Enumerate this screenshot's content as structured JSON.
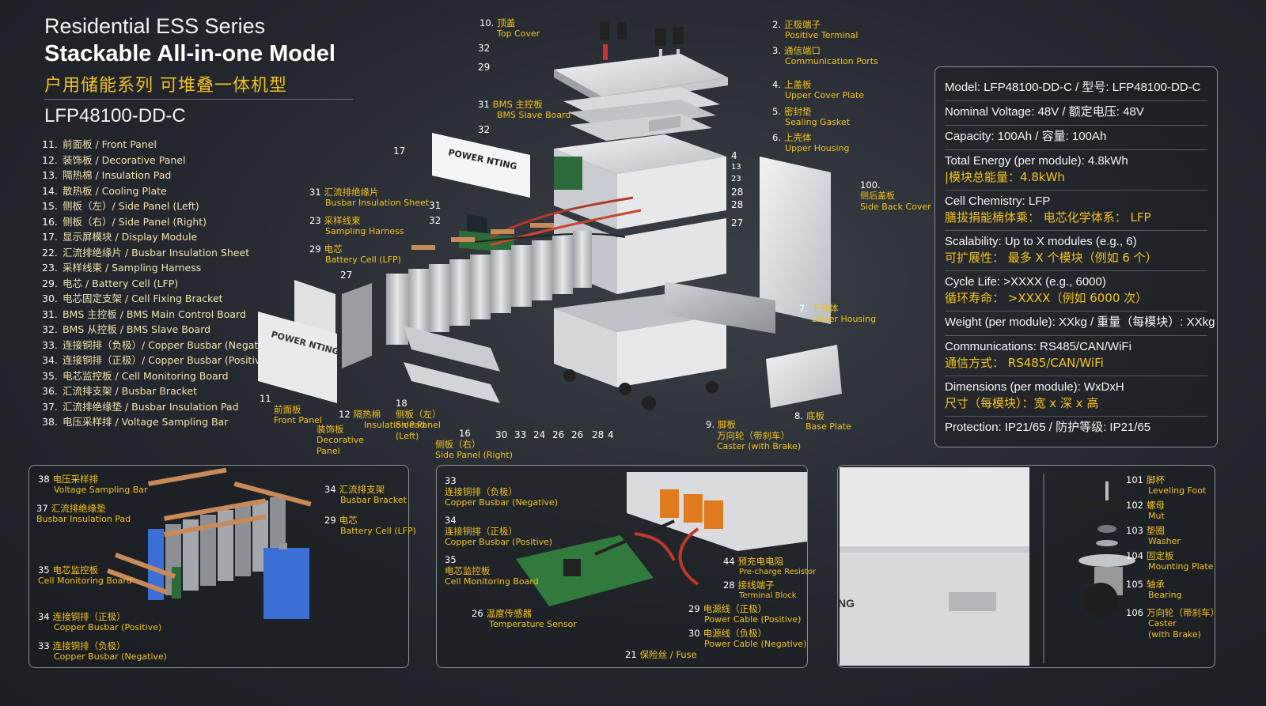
{
  "header": {
    "line1": "Residential ESS Series",
    "line2": "Stackable All-in-one Model",
    "line3": "户用储能系列 可堆叠一体机型",
    "model": "LFP48100-DD-C"
  },
  "parts_list": [
    {
      "num": "11.",
      "text": "前面板 / Front Panel"
    },
    {
      "num": "12.",
      "text": "装饰板 / Decorative Panel"
    },
    {
      "num": "13.",
      "text": "隔热棉 / Insulation Pad"
    },
    {
      "num": "14.",
      "text": "散热板 / Cooling Plate"
    },
    {
      "num": "15.",
      "text": "侧板（左）/ Side Panel (Left)"
    },
    {
      "num": "16.",
      "text": "侧板（右）/ Side Panel (Right)"
    },
    {
      "num": "17.",
      "text": "显示屏模块 / Display Module"
    },
    {
      "num": "22.",
      "text": "汇流排绝缘片 / Busbar Insulation Sheet"
    },
    {
      "num": "23.",
      "text": "采样线束 / Sampling Harness"
    },
    {
      "num": "29.",
      "text": "电芯 / Battery Cell (LFP)"
    },
    {
      "num": "30.",
      "text": "电芯固定支架 / Cell Fixing Bracket"
    },
    {
      "num": "31.",
      "text": "BMS 主控板 / BMS Main Control Board"
    },
    {
      "num": "32.",
      "text": "BMS 从控板 / BMS Slave Board"
    },
    {
      "num": "33.",
      "text": "连接铜排（负极）/ Copper Busbar (Negative)"
    },
    {
      "num": "34.",
      "text": "连接铜排（正极）/ Copper Busbar (Positive)"
    },
    {
      "num": "35.",
      "text": "电芯监控板 / Cell Monitoring Board"
    },
    {
      "num": "36.",
      "text": "汇流排支架 / Busbar Bracket"
    },
    {
      "num": "37.",
      "text": "汇流排绝缘垫 / Busbar Insulation Pad"
    },
    {
      "num": "38.",
      "text": "电压采样排 / Voltage Sampling Bar"
    }
  ],
  "diagram_labels": {
    "l10": {
      "n": "10.",
      "zh": "顶盖",
      "en": "Top Cover"
    },
    "l2": {
      "n": "2.",
      "zh": "正极端子",
      "en": "Positive Terminal"
    },
    "l3": {
      "n": "3.",
      "zh": "通信端口",
      "en": "Communication Ports"
    },
    "l4": {
      "n": "4.",
      "zh": "上盖板",
      "en": "Upper Cover Plate"
    },
    "l5": {
      "n": "5.",
      "zh": "密封垫",
      "en": "Sealing Gasket"
    },
    "l6": {
      "n": "6.",
      "zh": "上壳体",
      "en": "Upper Housing"
    },
    "l100": {
      "n": "100.",
      "zh": "侧后盖板",
      "en": "Side Back Cover"
    },
    "l7": {
      "n": "7.",
      "zh": "下壳体",
      "en": "Lower Housing"
    },
    "l8": {
      "n": "8.",
      "zh": "底板",
      "en": "Base Plate"
    },
    "l9": {
      "n": "9.",
      "zh": "脚板",
      "en": ""
    },
    "l9b": {
      "zh": "万向轮（带刹车）",
      "en": "Caster (with Brake)"
    },
    "l31bms": {
      "n": "31",
      "zh": "BMS 主控板",
      "en": "BMS Slave Board"
    },
    "l31bus": {
      "n": "31",
      "zh": "汇流排绝缘片",
      "en": "Busbar Insulation Sheet"
    },
    "l23": {
      "n": "23",
      "zh": "采样线束",
      "en": "Sampling Harness"
    },
    "l29": {
      "n": "29",
      "zh": "电芯",
      "en": "Battery Cell (LFP)"
    },
    "l11": {
      "n": "11",
      "zh": "前面板",
      "en": "Front Panel"
    },
    "l12": {
      "n": "12",
      "zh": "隔热棉",
      "en": "Insulation Pad"
    },
    "l12b": {
      "zh": "装饰板",
      "en": "Decorative Panel"
    },
    "l18": {
      "n": "18",
      "zh": "侧板（左）",
      "en": "Side Panel (Left)"
    },
    "l16": {
      "n": "16",
      "zh": "侧板（右）",
      "en": "Side Panel (Right)"
    },
    "brand": "POWER NTING",
    "nums": {
      "n32a": "32",
      "n29a": "29",
      "n32b": "32",
      "n17": "17",
      "n31b": "31",
      "n32c": "32",
      "n27a": "27",
      "n4r": "4",
      "n13r": "13",
      "n23r": "23",
      "n28r": "28",
      "n28r2": "28",
      "n27r": "27",
      "b30": "30",
      "b33": "33",
      "b24": "24",
      "b26a": "26",
      "b26b": "26",
      "b28": "28",
      "b4": "4"
    }
  },
  "specs": [
    {
      "en": "Model: LFP48100-DD-C / 型号: LFP48100-DD-C",
      "zh": ""
    },
    {
      "en": "Nominal Voltage: 48V  /  额定电压: 48V",
      "zh": ""
    },
    {
      "en": "Capacity: 100Ah  /  容量: 100Ah",
      "zh": ""
    },
    {
      "en": "Total Energy (per module): 4.8kWh",
      "zh": "|模块总能量：4.8kWh"
    },
    {
      "en": "Cell Chemistry: LFP",
      "zh": "膳拔捐能楠体乘： 电芯化学体系： LFP"
    },
    {
      "en": "Scalability: Up to X modules (e.g., 6)",
      "zh": "可扩展性： 最多 X 个模块（例如 6 个）"
    },
    {
      "en": "Cycle Life: >XXXX (e.g., 6000)",
      "zh": "循环寿命： >XXXX（例如 6000 次）"
    },
    {
      "en": "Weight (per module): XXkg  /  重量（每模块）: XXkg",
      "zh": ""
    },
    {
      "en": "Communications: RS485/CAN/WiFi",
      "zh": "通信方式： RS485/CAN/WiFi"
    },
    {
      "en": "Dimensions (per module): WxDxH",
      "zh": "尺寸（每模块）：宽 x 深 x 高"
    },
    {
      "en": "Protection: IP21/65  /  防护等级: IP21/65",
      "zh": ""
    }
  ],
  "box1": {
    "l38": {
      "n": "38",
      "zh": "电压采样排",
      "en": "Voltage Sampling Bar"
    },
    "l37": {
      "n": "37",
      "zh": "汇流排绝缘垫",
      "en": "Busbar Insulation Pad"
    },
    "l34a": {
      "n": "34",
      "zh": "汇流排支架",
      "en": "Busbar Bracket"
    },
    "l29": {
      "n": "29",
      "zh": "电芯",
      "en": "Battery Cell (LFP)"
    },
    "l35": {
      "n": "35",
      "zh": "电芯监控板",
      "en": "Cell Monitoring Board"
    },
    "l34b": {
      "n": "34",
      "zh": "连接铜排（正极）",
      "en": "Copper Busbar (Positive)"
    },
    "l33": {
      "n": "33",
      "zh": "连接铜排（负极）",
      "en": "Copper Busbar (Negative)"
    }
  },
  "box2": {
    "l33": {
      "n": "33",
      "zh": "连接铜排（负极）",
      "en": "Copper Busbar (Negative)"
    },
    "l34": {
      "n": "34",
      "zh": "连接铜排（正极）",
      "en": "Copper Busbar (Positive)"
    },
    "l35": {
      "n": "35",
      "zh": "电芯监控板",
      "en": "Cell Monitoring Board"
    },
    "l26": {
      "n": "26",
      "zh": "温度传感器",
      "en": "Temperature Sensor"
    },
    "l44": {
      "n": "44",
      "zh": "预充电电阻",
      "en": "Pre-charge Resistor"
    },
    "l28": {
      "n": "28",
      "zh": "接线端子",
      "en": "Terminal Block"
    },
    "l29": {
      "n": "29",
      "zh": "电源线（正极）",
      "en": "Power Cable (Positive)"
    },
    "l30": {
      "n": "30",
      "zh": "电源线（负极）",
      "en": "Power Cable (Negative)"
    },
    "l21": {
      "n": "21",
      "zh": "保险丝 / Fuse",
      "en": ""
    }
  },
  "box3": {
    "l101": {
      "n": "101",
      "zh": "脚杯",
      "en": "Leveling Foot"
    },
    "l102": {
      "n": "102",
      "zh": "螺母",
      "en": "Mut"
    },
    "l103": {
      "n": "103",
      "zh": "垫圈",
      "en": "Washer"
    },
    "l104": {
      "n": "104",
      "zh": "固定板",
      "en": "Mounting Plate"
    },
    "l105": {
      "n": "105",
      "zh": "轴承",
      "en": "Bearing"
    },
    "l106": {
      "n": "106",
      "zh": "万向轮（带刹车）",
      "en": "Caster"
    },
    "l106b": "(with Brake)",
    "ng": "NG"
  },
  "colors": {
    "accent": "#f3c21b",
    "background": "#24282e",
    "copper": "#c98a5a",
    "cell_blue": "#3b6fd6"
  }
}
